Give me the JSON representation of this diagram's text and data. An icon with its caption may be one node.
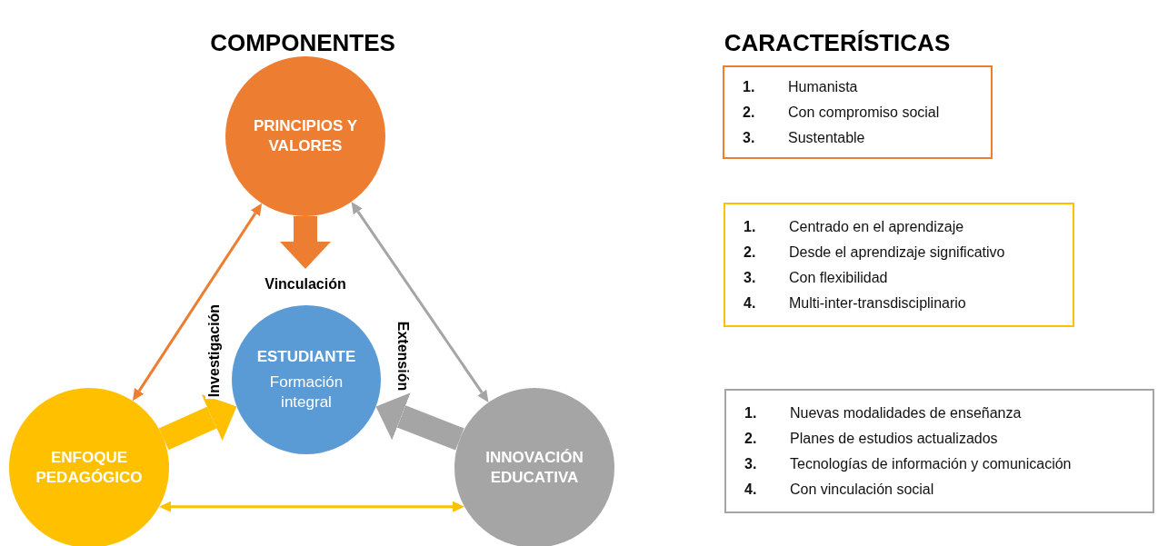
{
  "diagram": {
    "nodes": [
      {
        "text": [
          "PRINCIPIOS Y VALORES"
        ]
      },
      {
        "text": [
          "ESTUDIANTE",
          "Formación integral"
        ]
      },
      {
        "text": [
          "ENFOQUE PEDAGÓGICO"
        ]
      },
      {
        "text": [
          "INNOVACIÓN EDUCATIVA"
        ]
      },
      {
        "text": [
          "1.",
          "Humanista",
          "2.",
          "Con compromiso social",
          "3.",
          "Sustentable"
        ]
      },
      {
        "text": [
          "1.",
          "Centrado en el aprendizaje",
          "2.",
          "Desde el aprendizaje significativo",
          "3.",
          "Con flexibilidad",
          "4.",
          "Multi-inter-transdisciplinario"
        ]
      },
      {
        "text": [
          "1.",
          "Nuevas modalidades de enseñanza",
          "2.",
          "Planes de estudios actualizados",
          "3.",
          "Tecnologías de información y comunicación",
          "4.",
          "Con vinculación social"
        ]
      }
    ],
    "edges": [
      {
        "from": 0,
        "to": 2,
        "arrow": "both",
        "color": "#ed7d31"
      },
      {
        "from": 0,
        "to": 3,
        "arrow": "both",
        "color": "#a5a5a5"
      },
      {
        "from": 2,
        "to": 3,
        "arrow": "both",
        "color": "#ffc000"
      },
      {
        "from": 0,
        "to": 1,
        "arrow": "to",
        "label": "Vinculación",
        "style": "thick",
        "color": "#ed7d31"
      },
      {
        "from": 2,
        "to": 1,
        "arrow": "to",
        "label": "Investigación",
        "style": "thick",
        "color": "#ffc000"
      },
      {
        "from": 3,
        "to": 1,
        "arrow": "to",
        "label": "Extensión",
        "style": "thick",
        "color": "#a5a5a5"
      }
    ],
    "labels": [
      "COMPONENTES",
      "CARACTERÍSTICAS"
    ]
  }
}
